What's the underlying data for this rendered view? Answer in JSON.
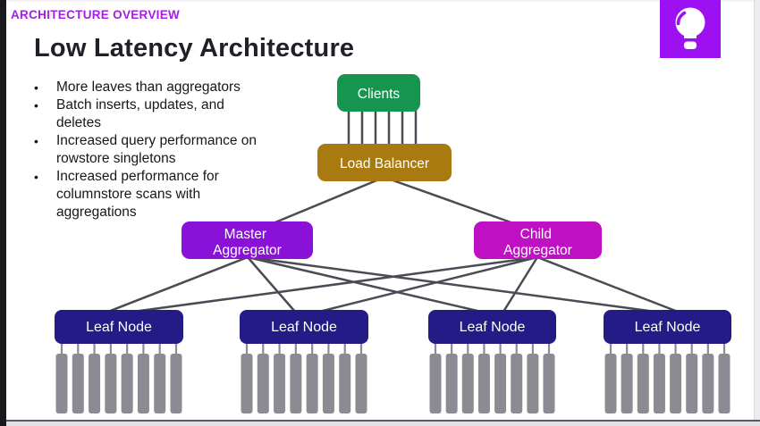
{
  "slide": {
    "eyebrow": "ARCHITECTURE OVERVIEW",
    "title": "Low Latency Architecture",
    "bullets": [
      "More leaves than aggregators",
      "Batch inserts, updates, and deletes",
      "Increased query performance on rowstore singletons",
      "Increased performance for columnstore scans with aggregations"
    ],
    "colors": {
      "eyebrow_text": "#a21fe3",
      "title_text": "#202027",
      "body_text": "#17171a",
      "slide_bg": "#ffffff",
      "frame_left_bar": "#19191b",
      "frame_chrome": "#e2e2e6"
    }
  },
  "corner_icon": {
    "name": "lightbulb",
    "bg": "#9c10f2",
    "glyph_color": "#ffffff"
  },
  "diagram": {
    "connector_color": "#4b4b55",
    "partition_color": "#8b8b93",
    "nodes": {
      "clients": {
        "label": "Clients",
        "color": "#16954f"
      },
      "load_balancer": {
        "label": "Load Balancer",
        "color": "#a87a10"
      },
      "master_aggregator": {
        "line1": "Master",
        "line2": "Aggregator",
        "color": "#8a12d8"
      },
      "child_aggregator": {
        "line1": "Child",
        "line2": "Aggregator",
        "color": "#bf10c4"
      },
      "leaf_color": "#241b87",
      "leaves": [
        {
          "label": "Leaf Node"
        },
        {
          "label": "Leaf Node"
        },
        {
          "label": "Leaf Node"
        },
        {
          "label": "Leaf Node"
        }
      ]
    }
  }
}
